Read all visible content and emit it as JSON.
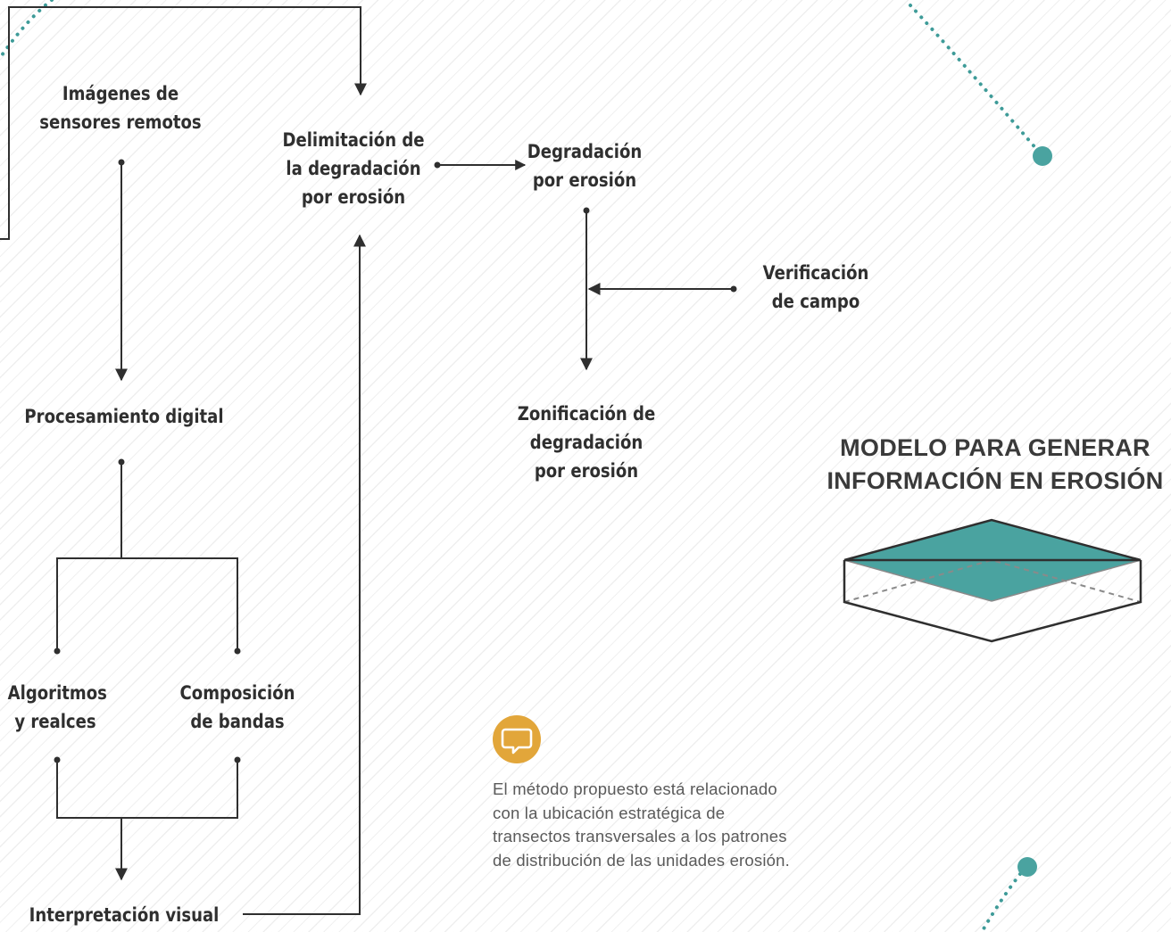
{
  "nodes": {
    "imagenes": [
      "Imágenes de",
      "sensores remotos"
    ],
    "procesamiento": [
      "Procesamiento digital"
    ],
    "algoritmos": [
      "Algoritmos",
      "y realces"
    ],
    "composicion": [
      "Composición",
      "de bandas"
    ],
    "interpretacion": [
      "Interpretación visual"
    ],
    "delimitacion": [
      "Delimitación de",
      "la degradación",
      "por erosión"
    ],
    "degradacion": [
      "Degradación",
      "por erosión"
    ],
    "verificacion": [
      "Verificación",
      "de campo"
    ],
    "zonificacion": [
      "Zonificación de",
      "degradación",
      "por erosión"
    ]
  },
  "model_title": [
    "MODELO PARA GENERAR",
    "INFORMACIÓN EN EROSIÓN"
  ],
  "note": {
    "icon": "speech-bubble-icon",
    "lines": [
      "El método propuesto está relacionado",
      "con la ubicación estratégica de",
      "transectos transversales a los patrones",
      "de distribución de las unidades erosión."
    ]
  },
  "colors": {
    "teal": "#4aa3a0",
    "line": "#2f2f2f",
    "icon_bg": "#e2a63a",
    "text": "#2f2f2f"
  }
}
